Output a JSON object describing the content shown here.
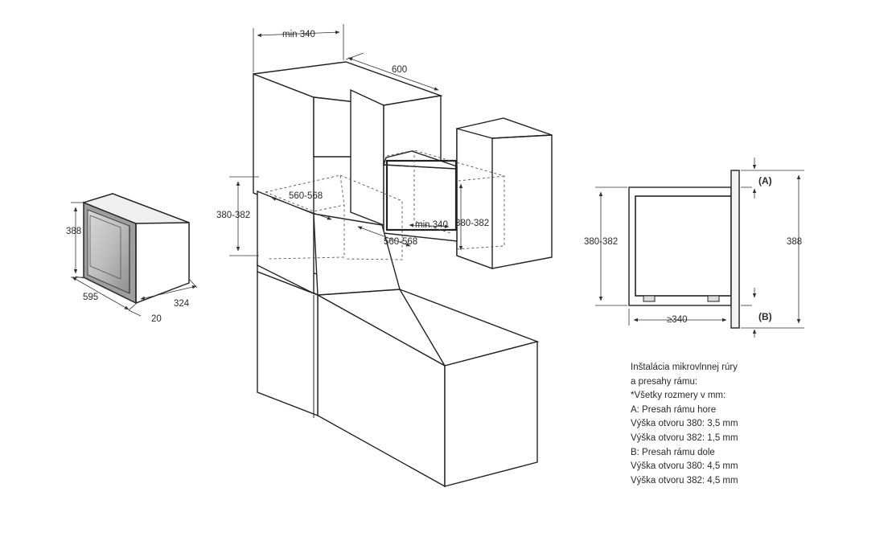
{
  "left_unit": {
    "height": "388",
    "width": "595",
    "depth": "324",
    "frame": "20"
  },
  "cabinet": {
    "top_width": "min 340",
    "top_depth": "600",
    "left_height": "380-382",
    "left_depth": "560-568",
    "right_depth": "560-568",
    "right_min_width": "min 340",
    "right_height": "380-382"
  },
  "side_view": {
    "opening_height": "380-382",
    "frame_height": "388",
    "depth": "≥340",
    "label_a": "(A)",
    "label_b": "(B)"
  },
  "notes": {
    "lines": [
      "Inštalácia mikrovlnnej rúry",
      "a presahy rámu:",
      "*Všetky rozmery v mm:",
      "A: Presah rámu hore",
      "Výška otvoru 380: 3,5 mm",
      "Výška otvoru 382: 1,5 mm",
      "B: Presah rámu dole",
      "Výška otvoru 380: 4,5 mm",
      "Výška otvoru 382: 4,5 mm"
    ]
  }
}
